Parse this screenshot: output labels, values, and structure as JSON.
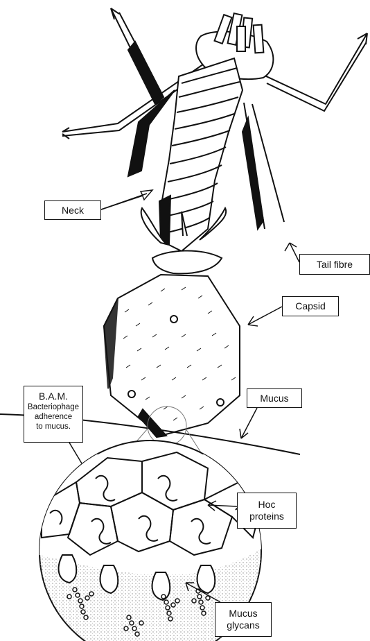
{
  "labels": {
    "neck": "Neck",
    "tail_fibre": "Tail fibre",
    "capsid": "Capsid",
    "mucus": "Mucus",
    "bam_title": "B.A.M.",
    "bam_line1": "Bacteriophage",
    "bam_line2": "adherence",
    "bam_line3": "to mucus.",
    "hoc_line1": "Hoc",
    "hoc_line2": "proteins",
    "glycans_line1": "Mucus",
    "glycans_line2": "glycans"
  },
  "colors": {
    "ink": "#111111",
    "paper": "#ffffff",
    "stipple": "#9a9a9a"
  }
}
